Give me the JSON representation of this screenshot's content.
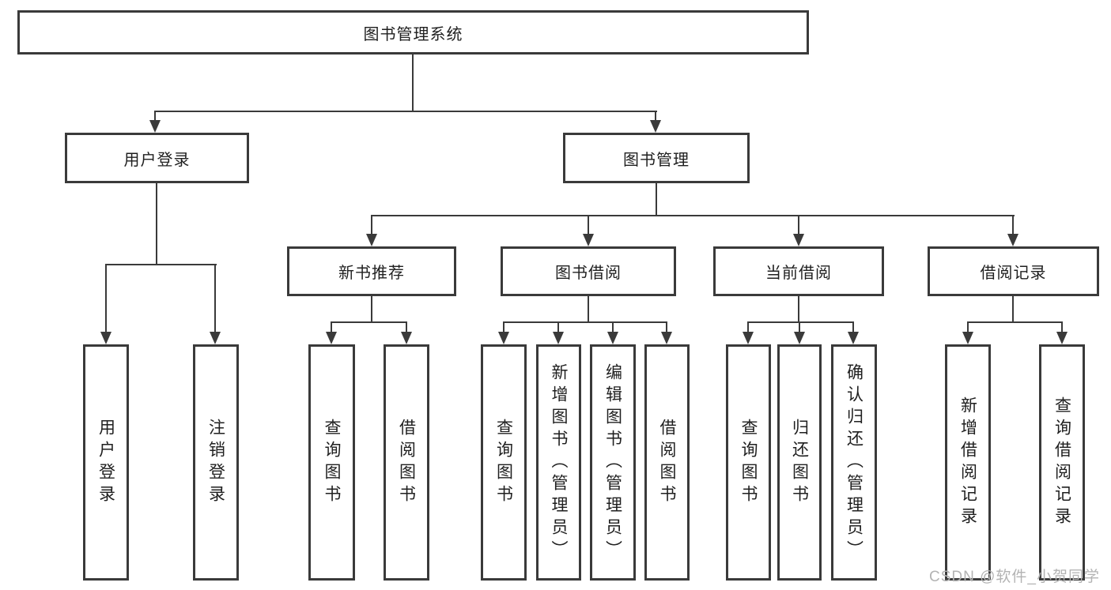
{
  "diagram": {
    "title": "图书管理系统",
    "root": {
      "label": "图书管理系统"
    },
    "level1": [
      {
        "label": "用户登录"
      },
      {
        "label": "图书管理"
      }
    ],
    "level2": [
      {
        "label": "新书推荐"
      },
      {
        "label": "图书借阅"
      },
      {
        "label": "当前借阅"
      },
      {
        "label": "借阅记录"
      }
    ],
    "leaves": {
      "user_login": [
        "用户登录",
        "注销登录"
      ],
      "new_books": [
        "查询图书",
        "借阅图书"
      ],
      "book_borrow": [
        "查询图书",
        "新增图书（管理员）",
        "编辑图书（管理员）",
        "借阅图书"
      ],
      "current_borrow": [
        "查询图书",
        "归还图书",
        "确认归还（管理员）"
      ],
      "borrow_records": [
        "新增借阅记录",
        "查询借阅记录"
      ]
    },
    "watermark": "CSDN @软件_小贺同学",
    "colors": {
      "line": "#3a3a3a",
      "text": "#1f1f1f",
      "watermark": "#b3b3b3",
      "background": "#ffffff"
    }
  }
}
